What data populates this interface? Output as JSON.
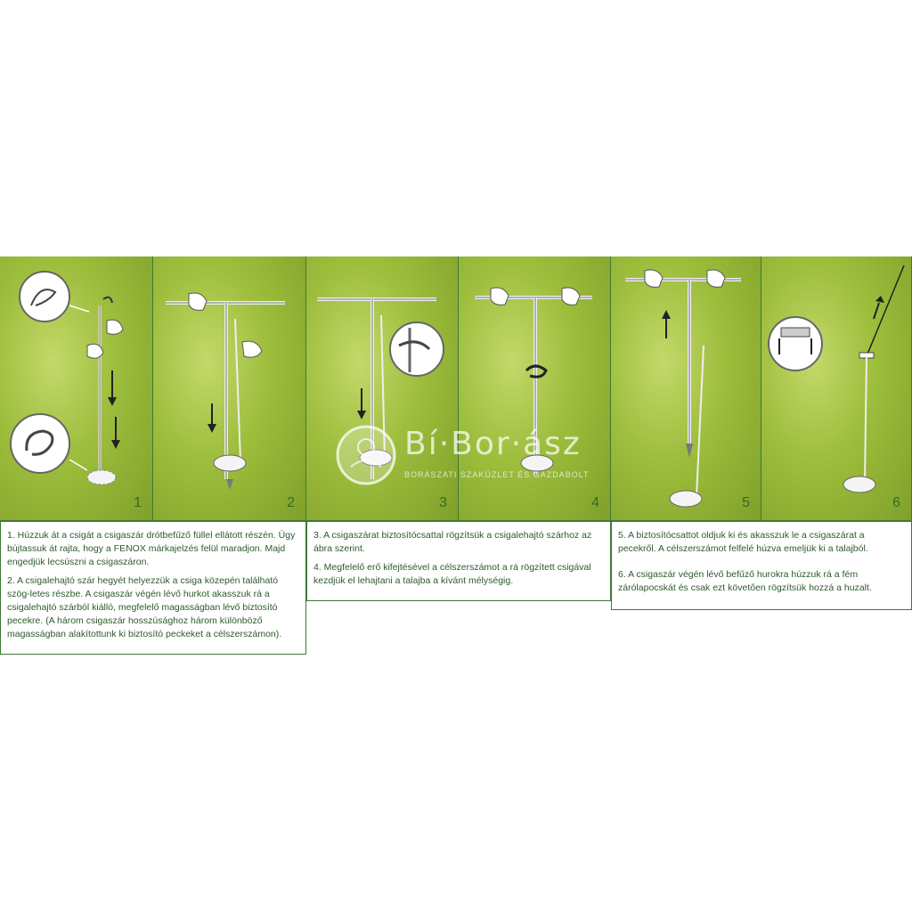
{
  "steps": [
    {
      "num": "1"
    },
    {
      "num": "2"
    },
    {
      "num": "3"
    },
    {
      "num": "4"
    },
    {
      "num": "5"
    },
    {
      "num": "6"
    }
  ],
  "captions": {
    "group1": {
      "p1": "1. Húzzuk át a csigát a csigaszár drótbefűző füllel ellátott részén. Úgy bújtassuk át rajta, hogy a FENOX márkajelzés felül maradjon. Majd engedjük lecsúszni a csigaszáron.",
      "p2": "2. A csigalehajtó szár hegyét helyezzük a csiga közepén található szög-letes részbe. A csigaszár végén lévő hurkot akasszuk rá a csigalehajtó szárból kiálló, megfelelő magasságban lévő biztosító pecekre. (A három csigaszár hosszúsághoz három különböző magasságban alakítottunk ki biztosító peckeket a célszerszámon)."
    },
    "group2": {
      "p1": "3. A csigaszárat biztosítócsattal rögzítsük a csigalehajtó szárhoz az ábra szerint.",
      "p2": "4. Megfelelő erő kifejtésével a célszerszámot a rá rögzített csigával kezdjük el lehajtani a talajba a kívánt mélységig."
    },
    "group3": {
      "p1": "5. A biztosítócsattot oldjuk ki és akasszuk le a csigaszárat a pecekről. A célszerszámot felfelé húzva emeljük ki a talajból.",
      "p2": "6. A csigaszár végén lévő befűző hurokra húzzuk rá a fém zárólapocskát és csak ezt követően rögzítsük hozzá a huzalt."
    }
  },
  "watermark": {
    "title": "Bí·Bor·ász",
    "subtitle": "BORÁSZATI SZAKÜZLET ÉS GAZDABOLT"
  },
  "colors": {
    "panel_bg": "#9dbd3c",
    "border": "#3d7a35",
    "text": "#2d5a2b",
    "number": "#2f6b2a"
  }
}
